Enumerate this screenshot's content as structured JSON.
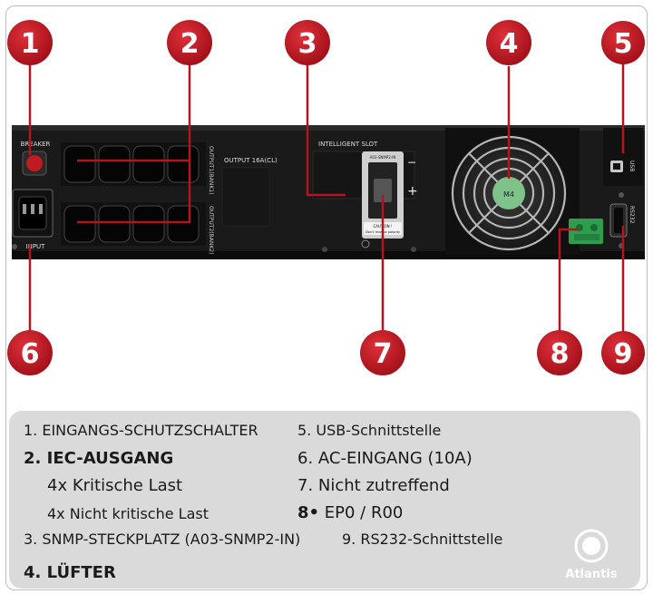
{
  "device": {
    "labels": {
      "breaker": "BREAKER",
      "input": "INPUT",
      "output_critical": "OUTPUT1(BANK1)",
      "output_noncritical": "OUTPUT2(BANK2)",
      "output_rating": "OUTPUT 16A(CL)",
      "intelligent_slot": "INTELLIGENT SLOT",
      "slot_card_tag": "A03-SNMP2-IN",
      "slot_card_caution_1": "CAUTION !",
      "slot_card_caution_2": "Don't reverse polarity",
      "plus": "+",
      "minus": "−",
      "usb": "USB",
      "rs232": "RS232",
      "fan_label": "M4"
    }
  },
  "callouts": [
    "1",
    "2",
    "3",
    "4",
    "5",
    "6",
    "7",
    "8",
    "9"
  ],
  "legend": {
    "item1": "1. EINGANGS-SCHUTZSCHALTER",
    "item2_title": "2. IEC-AUSGANG",
    "item2_critical": "4x Kritische Last",
    "item2_noncritical": "4x Nicht kritische Last",
    "item3": "3. SNMP-STECKPLATZ (A03-SNMP2-IN)",
    "item9": "9. RS232-Schnittstelle",
    "item4": "4. LÜFTER",
    "item5": "5. USB-Schnittstelle",
    "item6": "6. AC-EINGANG (10A)",
    "item7": "7. Nicht zutreffend",
    "item8_num": "8•",
    "item8_text": "EP0 / R00"
  },
  "brand": {
    "name": "Atlantis",
    "icon": "atlantis-logo-icon"
  },
  "colors": {
    "callout": "#b3141f",
    "device_body": "#1a1a1a",
    "legend_bg": "#dadada",
    "terminal": "#2e9e4e"
  }
}
